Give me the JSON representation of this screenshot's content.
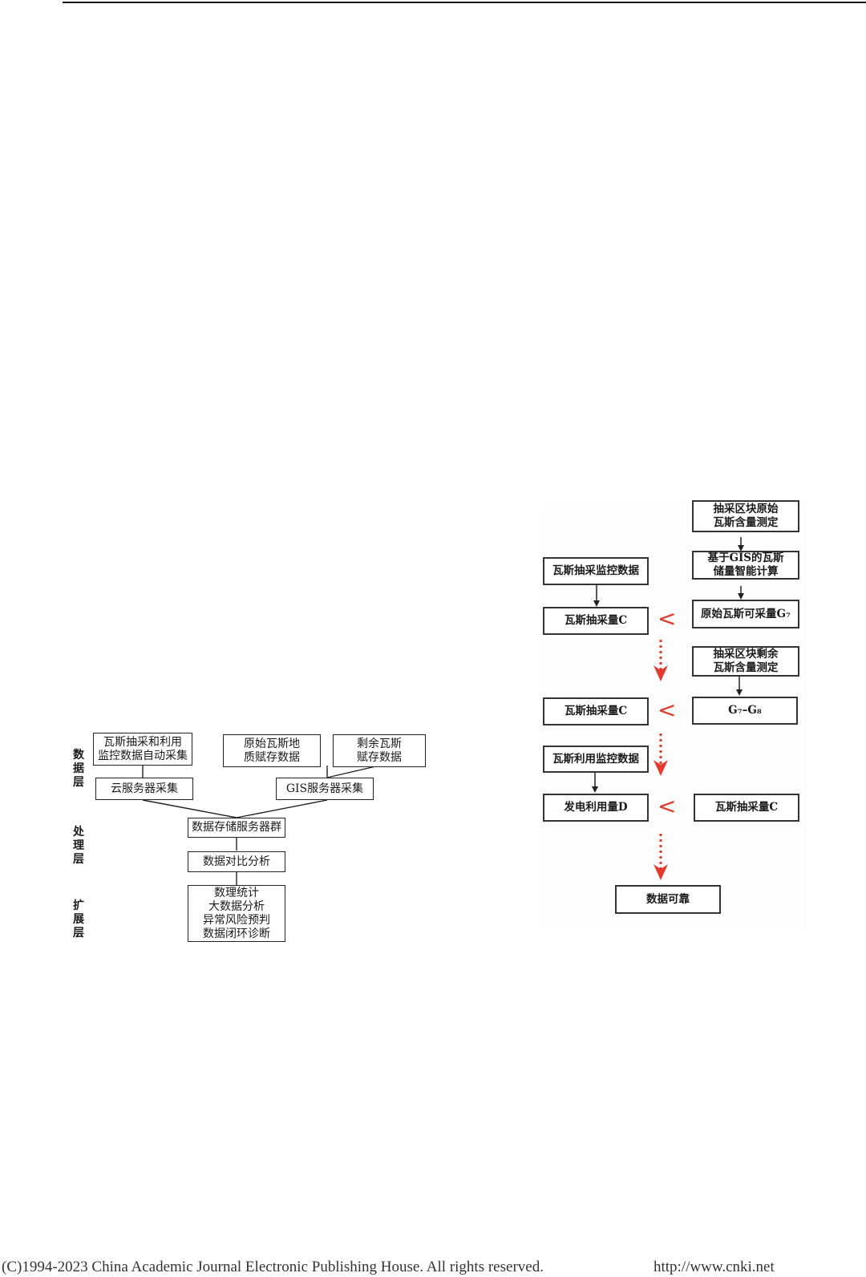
{
  "left_diagram": {
    "layers": {
      "data": "数\n据\n层",
      "process": "处\n理\n层",
      "extend": "扩\n展\n层"
    },
    "boxes": {
      "auto_collect": "瓦斯抽采和利用\n监控数据自动采集",
      "orig_geo": "原始瓦斯地\n质赋存数据",
      "residual": "剩余瓦斯\n赋存数据",
      "cloud": "云服务器采集",
      "gis": "GIS服务器采集",
      "storage": "数据存储服务器群",
      "compare": "数据对比分析",
      "extend": "数理统计\n大数据分析\n异常风险预判\n数据闭环诊断"
    }
  },
  "right_diagram": {
    "boxes": {
      "orig_measure": "抽采区块原始\n瓦斯含量测定",
      "gis_calc": "基于GIS的瓦斯\n储量智能计算",
      "monitor_data": "瓦斯抽采监控数据",
      "extract_c1": "瓦斯抽采量C",
      "orig_recoverable": "原始瓦斯可采量G₇",
      "residual_measure": "抽采区块剩余\n瓦斯含量测定",
      "extract_c2": "瓦斯抽采量C",
      "difference": "G₇–G₈",
      "util_monitor": "瓦斯利用监控数据",
      "power_d": "发电利用量D",
      "extract_c3": "瓦斯抽采量C",
      "reliable": "数据可靠"
    },
    "comparison_symbol": "<",
    "colors": {
      "accent": "#e23b2e",
      "line": "#222222"
    }
  },
  "footer": {
    "copyright": "(C)1994-2023 China Academic Journal Electronic Publishing House. All rights reserved.",
    "url": "http://www.cnki.net"
  }
}
